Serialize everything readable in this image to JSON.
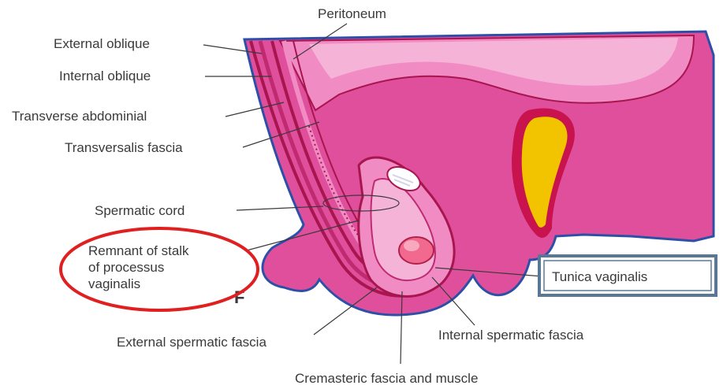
{
  "labels": {
    "peritoneum": "Peritoneum",
    "external_oblique": "External oblique",
    "internal_oblique": "Internal oblique",
    "transverse_abdominial": "Transverse abdominial",
    "transversalis_fascia": "Transversalis fascia",
    "spermatic_cord": "Spermatic cord",
    "remnant_line1": "Remnant of stalk",
    "remnant_line2": "of processus",
    "remnant_line3": "vaginalis",
    "tunica_vaginalis": "Tunica vaginalis",
    "external_spermatic_fascia": "External spermatic fascia",
    "internal_spermatic_fascia": "Internal spermatic fascia",
    "cremasteric_fascia": "Cremasteric fascia and muscle",
    "figure_letter": "F"
  },
  "colors": {
    "body_pink": "#e04f9c",
    "light_pink": "#f08bc4",
    "pale_pink": "#f6b3d8",
    "dark_stripe": "#a8154f",
    "outline_blue": "#2d4fa8",
    "yellow": "#f2c400",
    "highlight_red": "#e02020",
    "box_border": "#5a7896"
  }
}
